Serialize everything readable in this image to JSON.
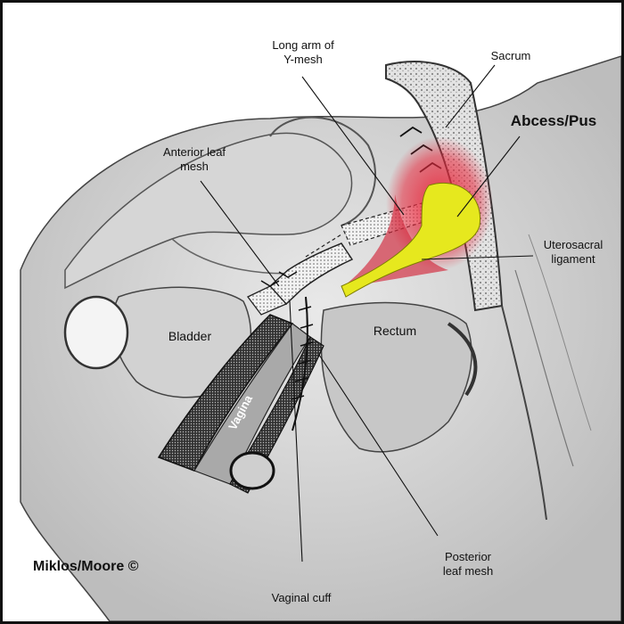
{
  "labels": {
    "long_arm": "Long arm of\nY-mesh",
    "sacrum": "Sacrum",
    "abscess": "Abcess/Pus",
    "anterior_leaf": "Anterior leaf\nmesh",
    "uterosacral": "Uterosacral\nligament",
    "bladder": "Bladder",
    "rectum": "Rectum",
    "vagina": "Vagina",
    "posterior_leaf": "Posterior\nleaf mesh",
    "vaginal_cuff": "Vaginal cuff",
    "credit": "Miklos/Moore ©"
  },
  "colors": {
    "abscess_red": "#e8283c",
    "pus_yellow": "#e6e81e",
    "tissue_gray": "#b9b9b9",
    "outline": "#111111"
  }
}
